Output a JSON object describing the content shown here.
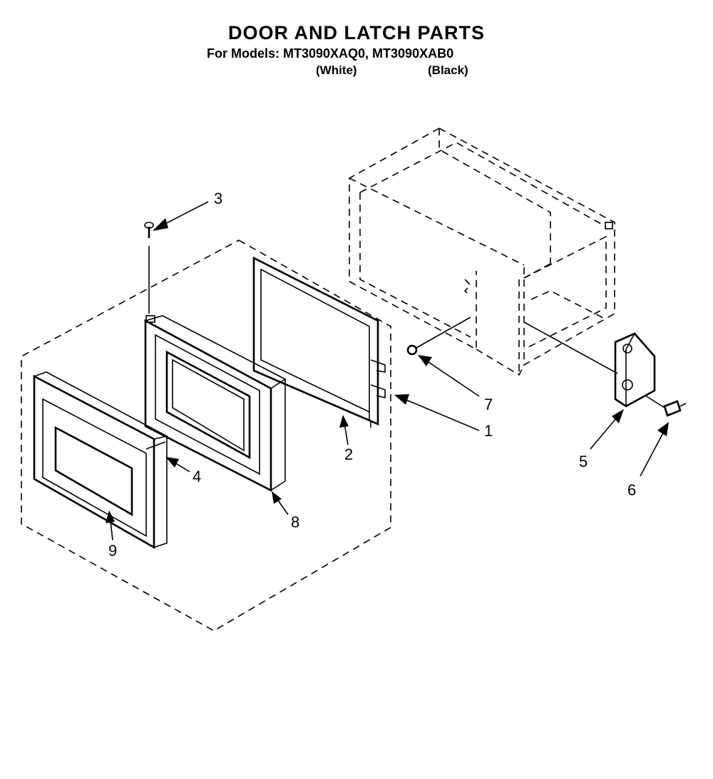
{
  "header": {
    "title": "DOOR AND LATCH PARTS",
    "subtitle": "For Models: MT3090XAQ0, MT3090XAB0",
    "variant_white": "(White)",
    "variant_black": "(Black)"
  },
  "callouts": {
    "c1": "1",
    "c2": "2",
    "c3": "3",
    "c4": "4",
    "c5": "5",
    "c6": "6",
    "c7": "7",
    "c8": "8",
    "c9": "9"
  },
  "colors": {
    "ink": "#000000",
    "paper": "#ffffff"
  }
}
